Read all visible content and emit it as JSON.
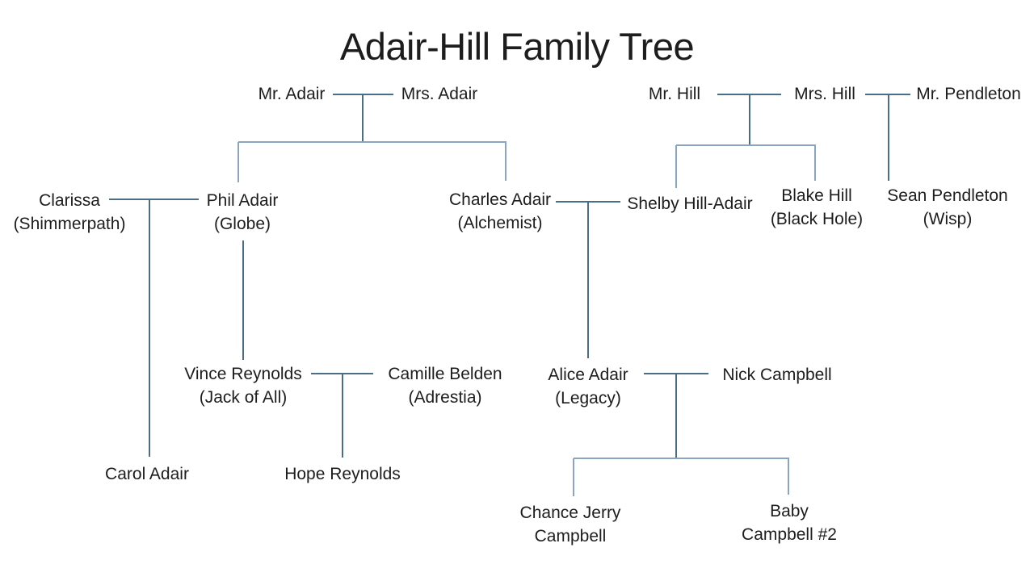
{
  "title": "Adair-Hill Family Tree",
  "colors": {
    "background": "#ffffff",
    "text": "#1d1d1d",
    "connector": "#4a6d88",
    "bracket": "#8aa5bf"
  },
  "people": [
    {
      "id": "mr-adair",
      "lines": [
        "Mr. Adair"
      ]
    },
    {
      "id": "mrs-adair",
      "lines": [
        "Mrs. Adair"
      ]
    },
    {
      "id": "mr-hill",
      "lines": [
        "Mr. Hill"
      ]
    },
    {
      "id": "mrs-hill",
      "lines": [
        "Mrs. Hill"
      ]
    },
    {
      "id": "mr-pendleton",
      "lines": [
        "Mr. Pendleton"
      ]
    },
    {
      "id": "clarissa",
      "lines": [
        "Clarissa",
        "(Shimmerpath)"
      ]
    },
    {
      "id": "phil-adair",
      "lines": [
        "Phil Adair",
        "(Globe)"
      ]
    },
    {
      "id": "charles-adair",
      "lines": [
        "Charles Adair",
        "(Alchemist)"
      ]
    },
    {
      "id": "shelby-hill-adair",
      "lines": [
        "Shelby Hill-Adair"
      ]
    },
    {
      "id": "blake-hill",
      "lines": [
        "Blake Hill",
        "(Black Hole)"
      ]
    },
    {
      "id": "sean-pendleton",
      "lines": [
        "Sean Pendleton",
        "(Wisp)"
      ]
    },
    {
      "id": "vince-reynolds",
      "lines": [
        "Vince Reynolds",
        "(Jack of All)"
      ]
    },
    {
      "id": "camille-belden",
      "lines": [
        "Camille Belden",
        "(Adrestia)"
      ]
    },
    {
      "id": "alice-adair",
      "lines": [
        "Alice Adair",
        "(Legacy)"
      ]
    },
    {
      "id": "nick-campbell",
      "lines": [
        "Nick Campbell"
      ]
    },
    {
      "id": "carol-adair",
      "lines": [
        "Carol Adair"
      ]
    },
    {
      "id": "hope-reynolds",
      "lines": [
        "Hope Reynolds"
      ]
    },
    {
      "id": "chance-jerry-campbell",
      "lines": [
        "Chance Jerry",
        "Campbell"
      ]
    },
    {
      "id": "baby-campbell-2",
      "lines": [
        "Baby",
        "Campbell #2"
      ]
    }
  ]
}
